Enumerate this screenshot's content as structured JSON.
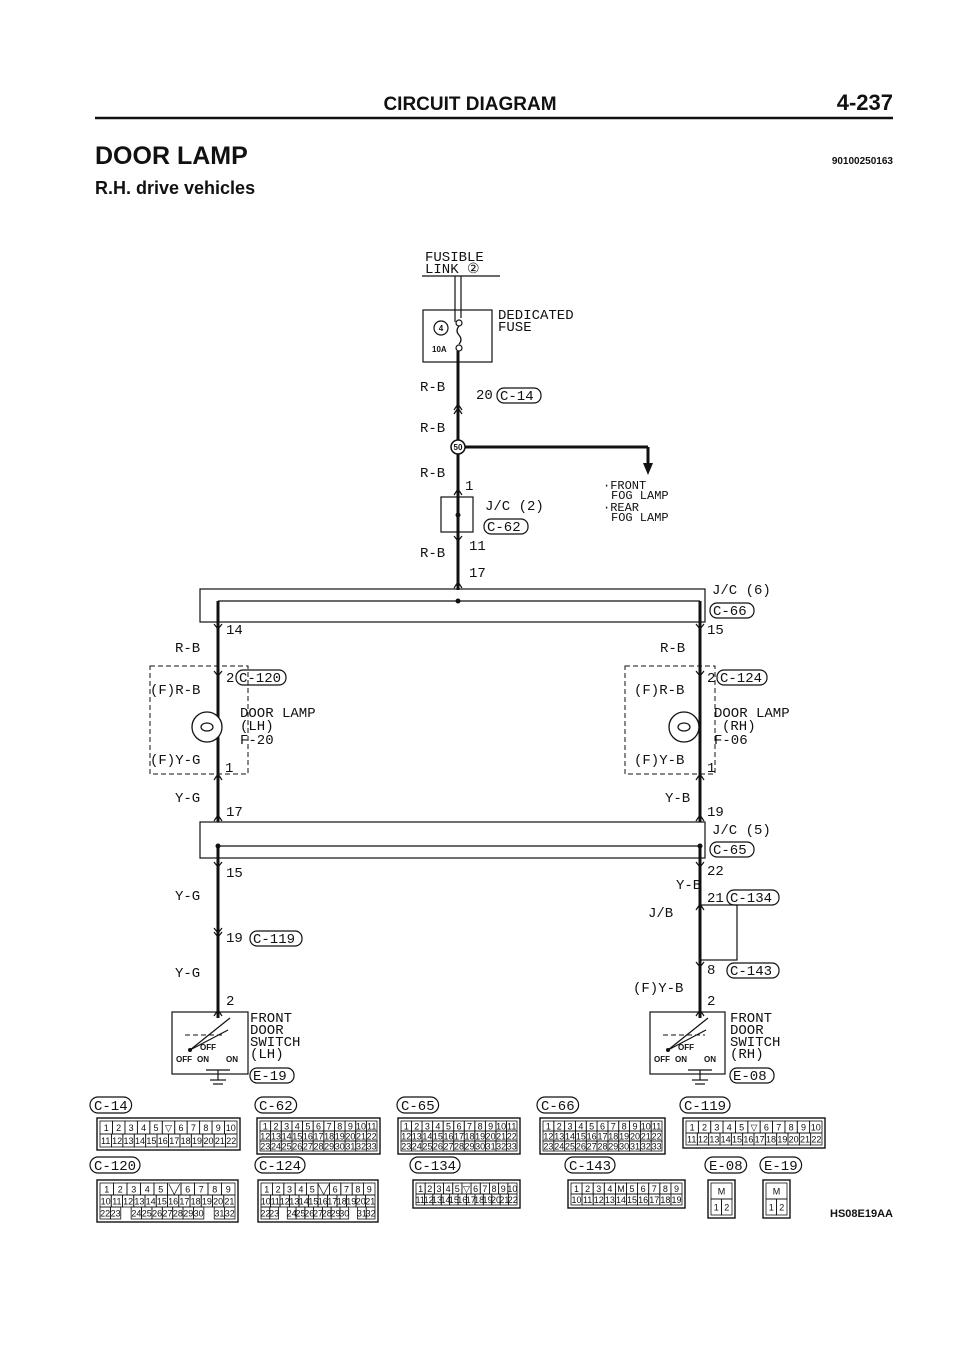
{
  "header": {
    "section": "CIRCUIT DIAGRAM",
    "page_number": "4-237",
    "title": "DOOR LAMP",
    "doc_code": "90100250163",
    "subtitle": "R.H. drive vehicles"
  },
  "diagram": {
    "fusible_link": [
      "FUSIBLE",
      "LINK ②"
    ],
    "fuse_number": "4",
    "fuse_rating": "10A",
    "dedicated_fuse": [
      "DEDICATED",
      "FUSE"
    ],
    "wire_rb": "R-B",
    "wire_yg": "Y-G",
    "wire_yb": "Y-B",
    "wire_frb": "(F)R-B",
    "wire_fyg": "(F)Y-G",
    "wire_fyb": "(F)Y-B",
    "pin_20_c14": "20",
    "conn_c14": "C-14",
    "splice_50": "50",
    "fog_lamps": [
      "·FRONT",
      "FOG LAMP",
      "·REAR",
      "FOG LAMP"
    ],
    "jc2_pin_in": "1",
    "jc2_label": "J/C (2)",
    "conn_c62": "C-62",
    "jc2_pin_out": "11",
    "jc6_pin_in": "17",
    "jc6_label": "J/C (6)",
    "conn_c66": "C-66",
    "jc6_left_pin": "14",
    "jc6_right_pin": "15",
    "lamp_lh": {
      "pin_top": "2",
      "conn": "C-120",
      "name": "DOOR LAMP",
      "side": "(LH)",
      "code": "F-20",
      "pin_bottom": "1"
    },
    "lamp_rh": {
      "pin_top": "2",
      "conn": "C-124",
      "name": "DOOR LAMP",
      "side": "(RH)",
      "code": "F-06",
      "pin_bottom": "1"
    },
    "jc5_left_in": "17",
    "jc5_right_in": "19",
    "jc5_label": "J/C (5)",
    "conn_c65": "C-65",
    "jc5_left_out": "15",
    "jc5_right_out": "22",
    "pin_19_c119": "19",
    "conn_c119": "C-119",
    "pin_21_c134": "21",
    "conn_c134": "C-134",
    "jb_label": "J/B",
    "pin_8_c143": "8",
    "conn_c143": "C-143",
    "switch_lh": {
      "pin": "2",
      "name": [
        "FRONT",
        "DOOR",
        "SWITCH",
        "(LH)"
      ],
      "conn": "E-19",
      "off": "OFF",
      "on": "ON"
    },
    "switch_rh": {
      "pin": "2",
      "name": [
        "FRONT",
        "DOOR",
        "SWITCH",
        "(RH)"
      ],
      "conn": "E-08",
      "off": "OFF",
      "on": "ON"
    }
  },
  "connectors": [
    {
      "label": "C-14",
      "rows": [
        [
          "1",
          "2",
          "3",
          "4",
          "5",
          "▽",
          "6",
          "7",
          "8",
          "9",
          "10"
        ],
        [
          "11",
          "12",
          "13",
          "14",
          "15",
          "16",
          "17",
          "18",
          "19",
          "20",
          "21",
          "22"
        ]
      ]
    },
    {
      "label": "C-62",
      "rows": [
        [
          "1",
          "2",
          "3",
          "4",
          "5",
          "6",
          "7",
          "8",
          "9",
          "10",
          "11"
        ],
        [
          "12",
          "13",
          "14",
          "15",
          "16",
          "17",
          "18",
          "19",
          "20",
          "21",
          "22"
        ],
        [
          "23",
          "24",
          "25",
          "26",
          "27",
          "28",
          "29",
          "30",
          "31",
          "32",
          "33"
        ]
      ]
    },
    {
      "label": "C-65",
      "rows": [
        [
          "1",
          "2",
          "3",
          "4",
          "5",
          "6",
          "7",
          "8",
          "9",
          "10",
          "11"
        ],
        [
          "12",
          "13",
          "14",
          "15",
          "16",
          "17",
          "18",
          "19",
          "20",
          "21",
          "22"
        ],
        [
          "23",
          "24",
          "25",
          "26",
          "27",
          "28",
          "29",
          "30",
          "31",
          "32",
          "33"
        ]
      ]
    },
    {
      "label": "C-66",
      "rows": [
        [
          "1",
          "2",
          "3",
          "4",
          "5",
          "6",
          "7",
          "8",
          "9",
          "10",
          "11"
        ],
        [
          "12",
          "13",
          "14",
          "15",
          "16",
          "17",
          "18",
          "19",
          "20",
          "21",
          "22"
        ],
        [
          "23",
          "24",
          "25",
          "26",
          "27",
          "28",
          "29",
          "30",
          "31",
          "32",
          "33"
        ]
      ]
    },
    {
      "label": "C-119",
      "rows": [
        [
          "1",
          "2",
          "3",
          "4",
          "5",
          "▽",
          "6",
          "7",
          "8",
          "9",
          "10"
        ],
        [
          "11",
          "12",
          "13",
          "14",
          "15",
          "16",
          "17",
          "18",
          "19",
          "20",
          "21",
          "22"
        ]
      ]
    },
    {
      "label": "C-120",
      "rows": [
        [
          "1",
          "2",
          "3",
          "4",
          "5",
          "╲╱",
          "6",
          "7",
          "8",
          "9"
        ],
        [
          "10",
          "11",
          "12",
          "13",
          "14",
          "15",
          "16",
          "17",
          "18",
          "19",
          "20",
          "21"
        ],
        [
          "22",
          "23",
          "",
          "24",
          "25",
          "26",
          "27",
          "28",
          "29",
          "30",
          "",
          "31",
          "32"
        ]
      ]
    },
    {
      "label": "C-124",
      "rows": [
        [
          "1",
          "2",
          "3",
          "4",
          "5",
          "╲╱",
          "6",
          "7",
          "8",
          "9"
        ],
        [
          "10",
          "11",
          "12",
          "13",
          "14",
          "15",
          "16",
          "17",
          "18",
          "19",
          "20",
          "21"
        ],
        [
          "22",
          "23",
          "",
          "24",
          "25",
          "26",
          "27",
          "28",
          "29",
          "30",
          "",
          "31",
          "32"
        ]
      ]
    },
    {
      "label": "C-134",
      "rows": [
        [
          "1",
          "2",
          "3",
          "4",
          "5",
          "▽",
          "6",
          "7",
          "8",
          "9",
          "10"
        ],
        [
          "11",
          "12",
          "13",
          "14",
          "15",
          "16",
          "17",
          "18",
          "19",
          "20",
          "21",
          "22"
        ]
      ]
    },
    {
      "label": "C-143",
      "rows": [
        [
          "1",
          "2",
          "3",
          "4",
          "M",
          "5",
          "6",
          "7",
          "8",
          "9"
        ],
        [
          "10",
          "11",
          "12",
          "13",
          "14",
          "15",
          "16",
          "17",
          "18",
          "19"
        ]
      ]
    },
    {
      "label": "E-08",
      "rows": [
        [
          "M"
        ],
        [
          "1",
          "2"
        ]
      ]
    },
    {
      "label": "E-19",
      "rows": [
        [
          "M"
        ],
        [
          "1",
          "2"
        ]
      ]
    }
  ],
  "figure_code": "HS08E19AA"
}
